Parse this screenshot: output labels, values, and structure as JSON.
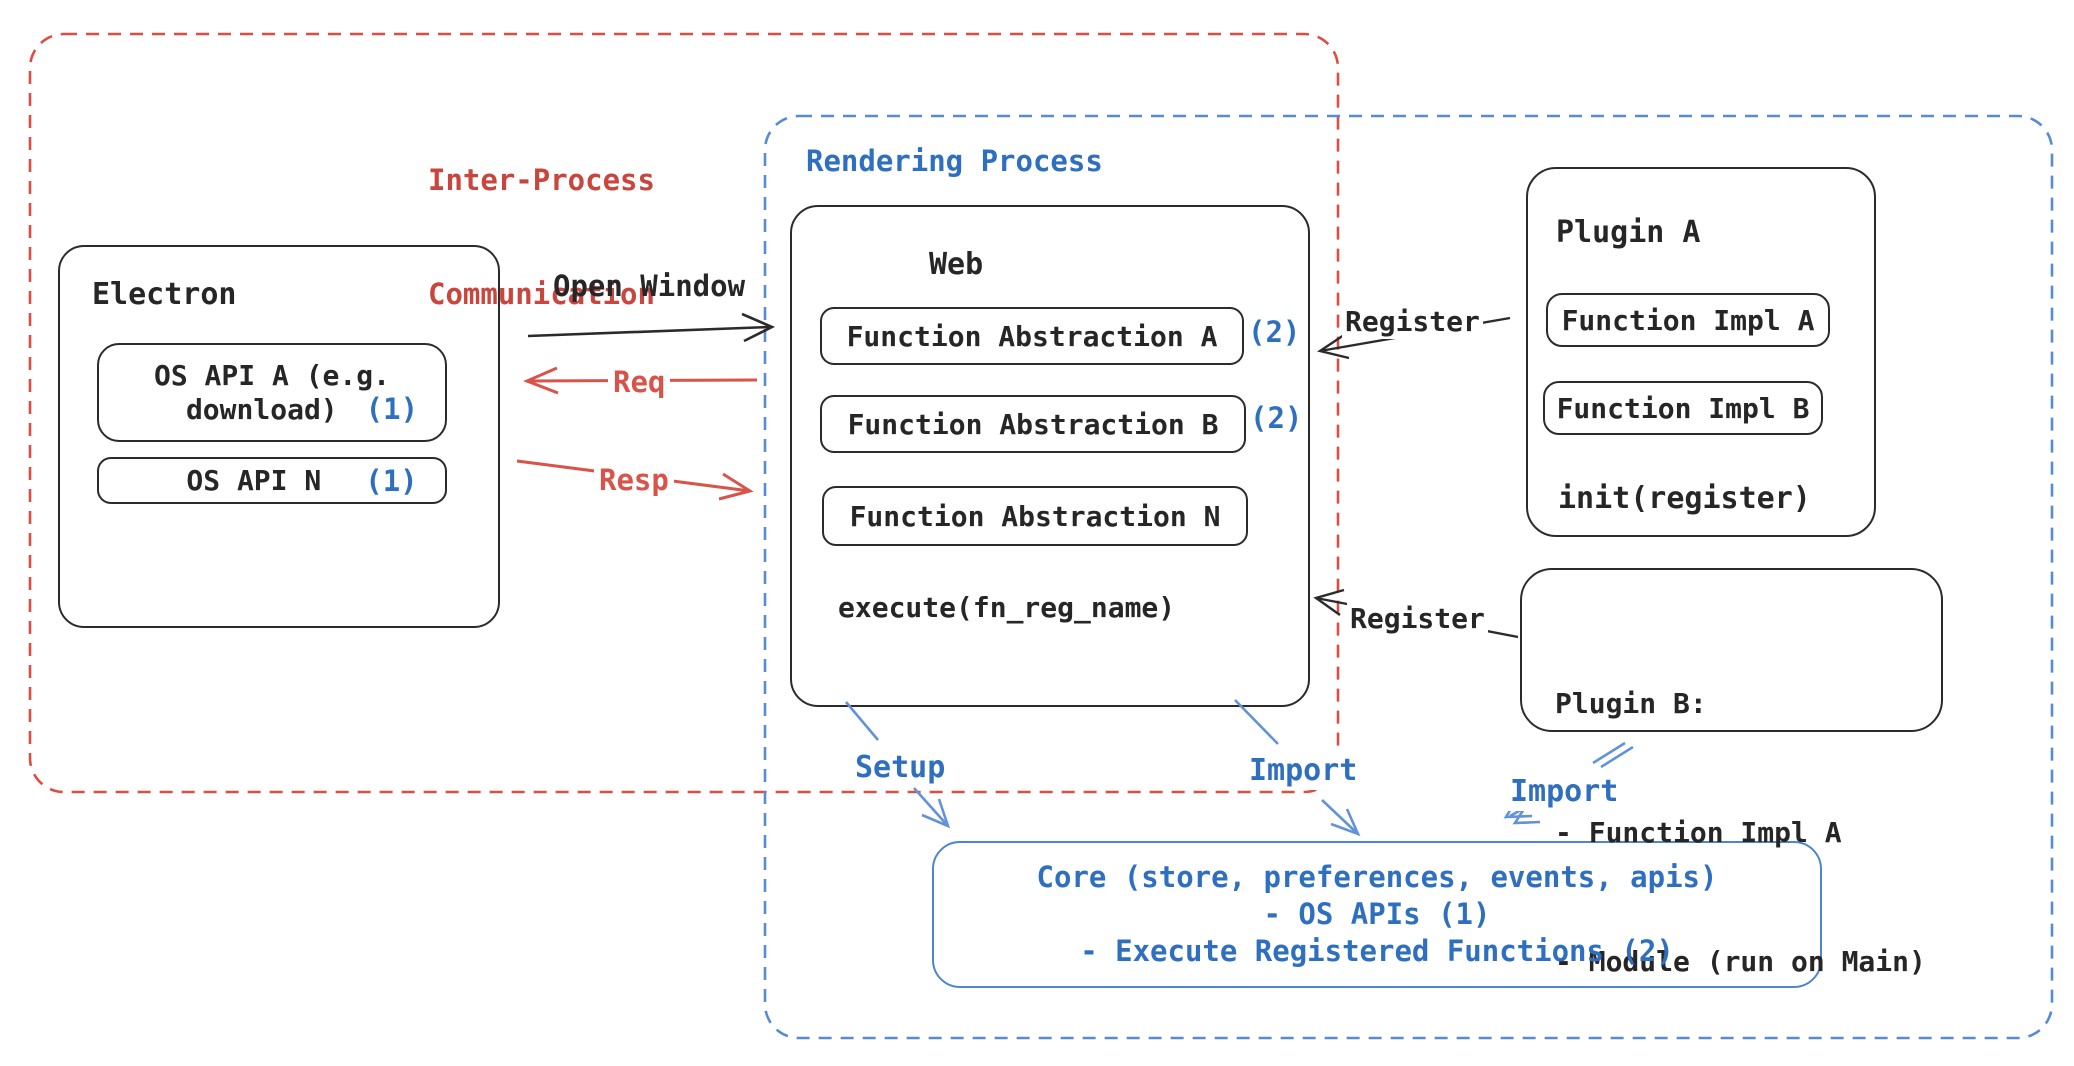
{
  "ipc_region": {
    "line1": "Inter-Process",
    "line2": "Communication"
  },
  "rendering_region": {
    "title": "Rendering Process"
  },
  "electron": {
    "title": "Electron",
    "api_a_line1": "OS API A (e.g.",
    "api_a_line2": "download)",
    "api_a_num": "(1)",
    "api_n_label": "OS API N",
    "api_n_num": "(1)"
  },
  "web": {
    "title": "Web",
    "abstraction_a": "Function Abstraction A",
    "abstraction_a_num": "(2)",
    "abstraction_b": "Function Abstraction B",
    "abstraction_b_num": "(2)",
    "abstraction_n": "Function Abstraction N",
    "execute_label": "execute(fn_reg_name)"
  },
  "plugin_a": {
    "title": "Plugin A",
    "impl_a": "Function Impl A",
    "impl_b": "Function Impl B",
    "init_label": "init(register)"
  },
  "plugin_b": {
    "title": "Plugin B:",
    "item_1": "- Function Impl A",
    "item_2": "- Module (run on Main)"
  },
  "core": {
    "line1": "Core (store, preferences, events, apis)",
    "line2": "- OS APIs (1)",
    "line3": "- Execute Registered Functions (2)"
  },
  "connectors": {
    "open_window": "Open Window",
    "req": "Req",
    "resp": "Resp",
    "register_plugin_a": "Register",
    "register_plugin_b": "Register",
    "setup": "Setup",
    "import_web": "Import",
    "import_plugin_b": "Import"
  },
  "colors": {
    "red_text": "#c8463e",
    "red_dash": "#dd4d41",
    "red_arrow": "#d8544a",
    "blue": "#2e6fbf",
    "blue_dash": "#568cd5",
    "blue_arrow": "#6292d8",
    "ink": "#262626"
  }
}
